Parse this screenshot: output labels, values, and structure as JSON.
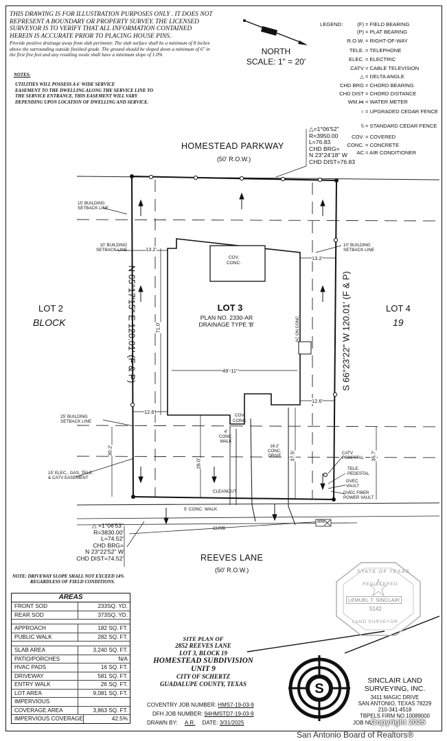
{
  "disclaimer": {
    "main": "THIS DRAWING IS FOR ILLUSTRATION PURPOSES ONLY . IT DOES NOT REPRESENT A BOUNDARY OR PROPERTY SURVEY. THE LICENSED SURVEYOR IS TO VERIFY THAT ALL INFORMATION CONTAINED HEREIN IS ACCURATE PRIOR TO PLACING HOUSE PINS.",
    "drainage": "Provide positive drainage away from slab perimeter. The slab surface shall be a minimum of 8 inches above the surrounding outside finished grade. The ground should be sloped down a minimum of 6\" in the first five feet and any resulting swale shall have a minimum slope of 1.0%"
  },
  "notes": {
    "title": "NOTES:",
    "lines": [
      "UTILITIES WILL POSSESS A 6' WIDE SERVICE",
      "EASEMENT TO THE DWELLING ALONG THE SERVICE LINE TO",
      "THE SERVICE ENTRANCE. THIS EASEMENT WILL VARY",
      "DEPENDING UPON LOCATION OF DWELLING AND SERVICE."
    ]
  },
  "north": {
    "label": "NORTH",
    "scale": "SCALE:  1\"  =  20'"
  },
  "legend": {
    "title": "LEGEND:",
    "items": [
      {
        "code": "(F)",
        "desc": "= FIELD BEARING"
      },
      {
        "code": "(P)",
        "desc": "= PLAT BEARING"
      },
      {
        "code": "R.O.W.",
        "desc": "= RIGHT-OF-WAY"
      },
      {
        "code": "TELE.",
        "desc": "= TELEPHONE"
      },
      {
        "code": "ELEC.",
        "desc": "= ELECTRIC"
      },
      {
        "code": "CATV",
        "desc": "= CABLE TELEVISION"
      },
      {
        "code": "△",
        "desc": "= DELTA ANGLE"
      },
      {
        "code": "CHD BRG",
        "desc": "= CHORD BEARING"
      },
      {
        "code": "CHD DIST",
        "desc": "= CHORD DISTANCE"
      },
      {
        "code": "WM.⋈",
        "desc": "= WATER METER"
      },
      {
        "code": "○",
        "desc": "= UPGRADED CEDAR FENCE"
      },
      {
        "code": "\\\\",
        "desc": "= STANDARD CEDAR FENCE"
      },
      {
        "code": "COV.",
        "desc": "= COVERED"
      },
      {
        "code": "CONC.",
        "desc": "= CONCRETE"
      },
      {
        "code": "AC",
        "desc": "= AIR CONDITIONER"
      }
    ]
  },
  "plan": {
    "street_top": "HOMESTEAD PARKWAY",
    "street_top_row": "(50' R.O.W.)",
    "curve_top": [
      "△=1°06'52\"",
      "R=3950.00",
      "L=76.83",
      "CHD BRG=",
      "N 23°24'18\" W",
      "CHD DIST=76.83"
    ],
    "lot2": "LOT 2",
    "block": "BLOCK",
    "lot4": "LOT 4",
    "block_no": "19",
    "lot_title": "LOT 3",
    "plan_no": "PLAN NO. 2330-AR",
    "drainage_type": "DRAINAGE TYPE 'B'",
    "cov_conc": "COV.",
    "cov_conc2": "CONC.",
    "west_bearing": "N 65°17'15\" E 120.01' (F & P)",
    "east_bearing": "S 66°23'22\" W 120.01' (F & P)",
    "building_setback_15": "15' BUILDING",
    "setback_line": "SETBACK LINE",
    "building_setback_10": "10' BUILDING",
    "building_setback_25": "25' BUILDING",
    "easement_15": [
      "15' ELEC., GAS, TELE.",
      "& CATV EASEMENT"
    ],
    "dim_13_2": "13.2'",
    "dim_12_6": "12.6'",
    "dim_71": "71.0'",
    "dim_49": "49'-11\"",
    "dim_30_2": "30.2'",
    "dim_26": "26.0'",
    "dim_37_5": "37.5'",
    "dim_35_7": "35.7'",
    "ac_on_conc": "AC ON CONC.",
    "walk_4": [
      "4'",
      "CONC.",
      "WALK"
    ],
    "drive_16": [
      "16.2'",
      "CONC.",
      "DRIVE"
    ],
    "catv_pedestal": [
      "CATV",
      "PEDESTAL"
    ],
    "tele_pedestal": [
      "TELE.",
      "PEDESTAL"
    ],
    "gvec_vault": [
      "GVEC",
      "VAULT"
    ],
    "gvec_fiber": [
      "GVEC FIBER",
      "POWER VAULT"
    ],
    "cleanout": "CLEANOUT",
    "walk_5": "5' CONC. WALK",
    "curb": "CURB",
    "wm": "WM.",
    "curve_bottom": [
      "△ =1°06'53\"",
      "R=3830.00'",
      "L=74.52'",
      "CHD BRG=",
      "N 23°22'52\" W",
      "CHD DIST=74.52'"
    ],
    "street_bottom": "REEVES LANE",
    "street_bottom_row": "(50' R.O.W.)"
  },
  "driveway_note": [
    "NOTE: DRIVEWAY SLOPE SHALL NOT EXCEED 14%",
    "REGARDLESS OF FIELD CONDITIONS."
  ],
  "areas": {
    "title": "AREAS",
    "rows": [
      {
        "label": "FRONT SOD",
        "value": "233SQ. YD."
      },
      {
        "label": "REAR SOD",
        "value": "373SQ. YD."
      },
      {
        "label": "",
        "value": ""
      },
      {
        "label": "APPROACH",
        "value": "182 SQ. FT."
      },
      {
        "label": "PUBLIC WALK",
        "value": "282 SQ. FT."
      },
      {
        "label": "",
        "value": ""
      },
      {
        "label": "SLAB AREA",
        "value": "3,240 SQ. FT."
      },
      {
        "label": "PATIO/PORCHES",
        "value": "N/A"
      },
      {
        "label": "HVAC PADS",
        "value": "16 SQ. FT."
      },
      {
        "label": "DRIVEWAY",
        "value": "581 SQ. FT."
      },
      {
        "label": "ENTRY WALK",
        "value": "26 SQ. FT."
      },
      {
        "label": "LOT AREA",
        "value": "9,081 SQ. FT."
      },
      {
        "label": "IMPERVIOUS",
        "value": ""
      },
      {
        "label": "COVERAGE AREA",
        "value": "3,863 SQ. FT."
      },
      {
        "label": "IMPERVIOUS COVERAGE",
        "value": "42.5%"
      }
    ]
  },
  "title_block": {
    "lines": [
      "SITE PLAN OF",
      "2852 REEVES LANE",
      "LOT 3, BLOCK 19",
      "HOMESTEAD SUBDIVISION",
      "UNIT 9",
      "CITY OF SCHERTZ",
      "GUADALUPE COUNTY, TEXAS"
    ]
  },
  "jobs": {
    "coventry_label": "COVENTRY JOB NUMBER:",
    "coventry_value": "HMS7-19-03-9",
    "dfh_label": "DFH JOB NUMBER:",
    "dfh_value": "94HMSTD7-19-03-9",
    "drawn_label": "DRAWN BY:",
    "drawn_value": "A.R.",
    "date_label": "DATE:",
    "date_value": "3/31/2025",
    "job_num_label": "JOB NU"
  },
  "firm": {
    "name1": "SINCLAIR LAND",
    "name2": "SURVEYING, INC.",
    "address1": "3411 MAGIC DRIVE",
    "address2": "SAN ANTONIO, TEXAS 78229",
    "phone": "210-341-4518",
    "tbpels": "TBPELS FIRM NO.10089000",
    "logo_letter": "S"
  },
  "seal": {
    "top": "STATE OF TEXAS",
    "mid": "REGISTERED",
    "name": "LEMUEL T. SINCLAIR",
    "number": "5142",
    "bottom": "LAND SURVEYOR"
  },
  "copyright": "Copyright 2025",
  "watermark": "San Antonio Board of Realtors®"
}
